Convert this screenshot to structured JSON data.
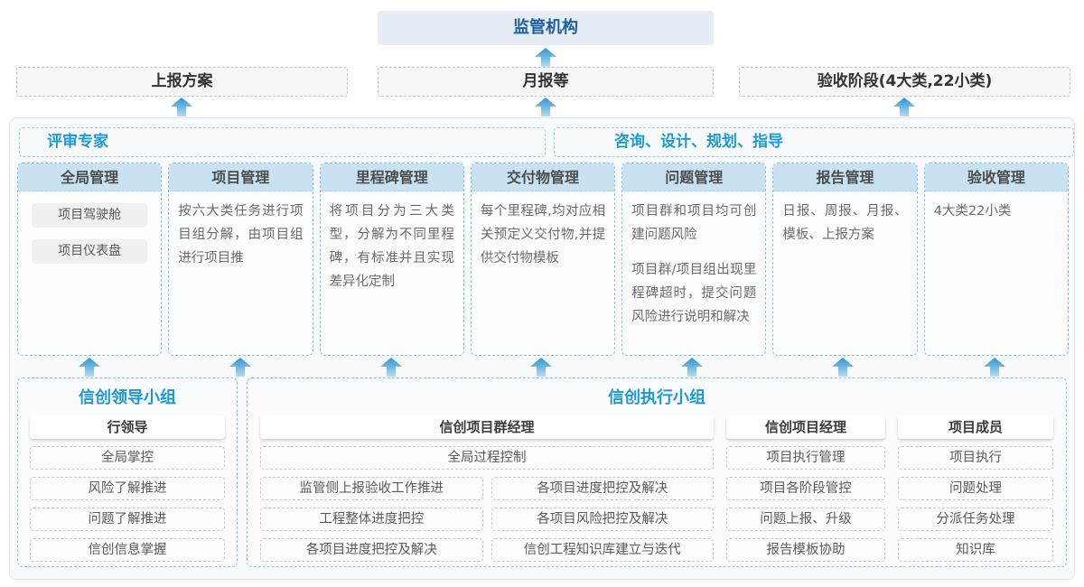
{
  "palette": {
    "title_blue": "#1c9ad5",
    "regulator_blue": "#1a5fa8",
    "column_header_bg": "#c9e2f1",
    "dashed_blue_border": "#8cc7ea",
    "arrow_gradient_top": "#2e93d2",
    "arrow_gradient_bottom": "#b3ddf4"
  },
  "top": {
    "regulator_label": "监管机构"
  },
  "report_row": {
    "items": [
      {
        "label": "上报方案"
      },
      {
        "label": "月报等"
      },
      {
        "label": "验收阶段(4大类,22小类)"
      }
    ]
  },
  "advisors": {
    "left_label": "评审专家",
    "right_label": "咨询、设计、规划、指导"
  },
  "columns": [
    {
      "title": "全局管理",
      "pills": [
        "项目驾驶舱",
        "项目仪表盘"
      ]
    },
    {
      "title": "项目管理",
      "paragraphs": [
        "按六大类任务进行项目组分解，由项目组进行项目推"
      ]
    },
    {
      "title": "里程碑管理",
      "paragraphs": [
        "将项目分为三大类型，分解为不同里程碑，有标准并且实现差异化定制"
      ]
    },
    {
      "title": "交付物管理",
      "paragraphs": [
        "每个里程碑,均对应相关预定义交付物,并提供交付物模板"
      ]
    },
    {
      "title": "问题管理",
      "paragraphs": [
        "项目群和项目均可创建问题风险",
        "项目群/项目组出现里程碑超时，提交问题风险进行说明和解决"
      ]
    },
    {
      "title": "报告管理",
      "paragraphs": [
        "日报、周报、月报、模板、上报方案"
      ]
    },
    {
      "title": "验收管理",
      "paragraphs": [
        "4大类22小类"
      ]
    }
  ],
  "leader_group": {
    "title": "信创领导小组",
    "role": "行领导",
    "items": [
      "全局掌控",
      "风险了解推进",
      "问题了解推进",
      "信创信息掌握"
    ]
  },
  "exec_group": {
    "title": "信创执行小组",
    "pm_group": {
      "role": "信创项目群经理",
      "full_item": "全局过程控制",
      "left_items": [
        "监管侧上报验收工作推进",
        "工程整体进度把控",
        "各项目进度把控及解决"
      ],
      "right_items": [
        "各项目进度把控及解决",
        "各项目风险把控及解决",
        "信创工程知识库建立与迭代"
      ]
    },
    "project_manager": {
      "role": "信创项目经理",
      "items": [
        "项目执行管理",
        "项目各阶段管控",
        "问题上报、升级",
        "报告模板协助"
      ]
    },
    "members": {
      "role": "项目成员",
      "items": [
        "项目执行",
        "问题处理",
        "分派任务处理",
        "知识库"
      ]
    }
  }
}
